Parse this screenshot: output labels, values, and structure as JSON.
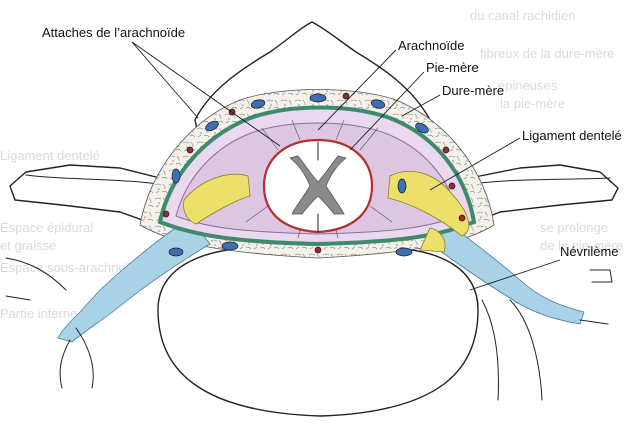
{
  "labels": {
    "attaches_arachnoide": "Attaches de l’arachnoïde",
    "arachnoide": "Arachnoïde",
    "pie_mere": "Pie-mère",
    "dure_mere": "Dure-mère",
    "ligament_dentele": "Ligament dentelé",
    "nevrileme": "Névrilème"
  },
  "background_text": [
    "du canal rachidien",
    "fibreux de la dure-mère",
    "épineuses",
    "la pie-mère",
    "Ligament dentelé",
    "Espace épidural",
    "et graisse",
    "se prolonge",
    "de la pie-mère",
    "Espace sous-arachnoïdien",
    "Partie interne"
  ],
  "colors": {
    "bone": "#ffffff",
    "ink": "#222222",
    "dura_green": "#3e8a6e",
    "arachnoid_violet": "#dcc6e2",
    "pia_red": "#b3302c",
    "ligament_yellow": "#ece06a",
    "sheath_blue": "#a9d2e6",
    "vein_blue": "#3d6fb4",
    "artery_red": "#9c2a2a"
  }
}
